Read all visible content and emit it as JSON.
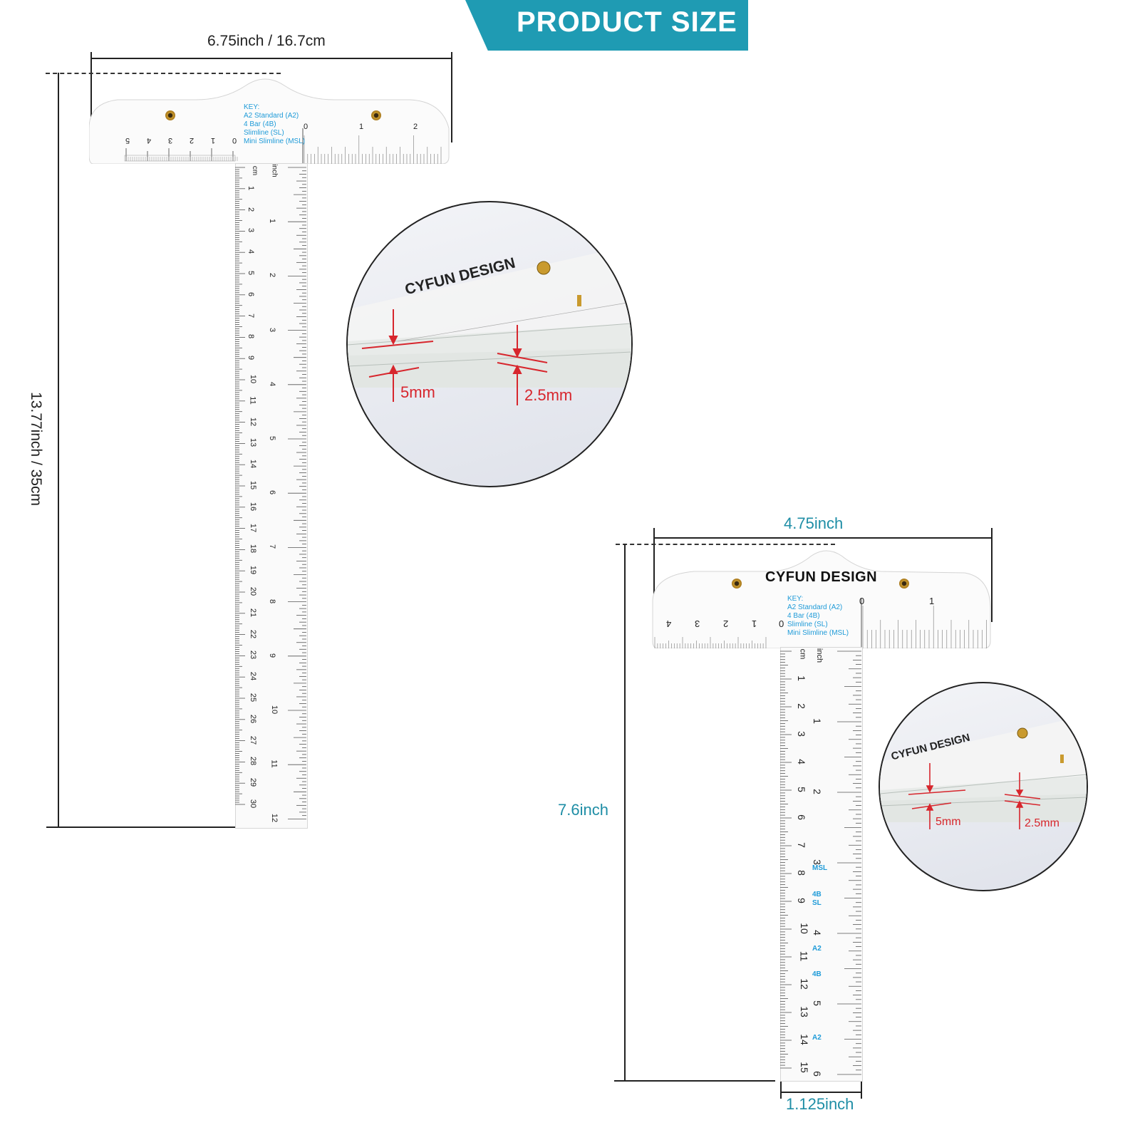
{
  "banner": {
    "title": "PRODUCT SIZE",
    "color": "#1f9bb3"
  },
  "large_ruler": {
    "width_label": "6.75inch / 16.7cm",
    "height_label": "13.77inch / 35cm",
    "key": "KEY:\nA2 Standard (A2)\n4 Bar (4B)\nSlimline (SL)\nMini Slimline (MSL)",
    "head_cm_labels": [
      "5",
      "4",
      "3",
      "2",
      "1",
      "0"
    ],
    "head_inch_labels": [
      "0",
      "1",
      "2"
    ],
    "blade_cm_labels": [
      "1",
      "2",
      "3",
      "4",
      "5",
      "6",
      "7",
      "8",
      "9",
      "10",
      "11",
      "12",
      "13",
      "14",
      "15",
      "16",
      "17",
      "18",
      "19",
      "20",
      "21",
      "22",
      "23",
      "24",
      "25",
      "26",
      "27",
      "28",
      "29",
      "30"
    ],
    "blade_inch_labels": [
      "1",
      "2",
      "3",
      "4",
      "5",
      "6",
      "7",
      "8",
      "9",
      "10",
      "11",
      "12"
    ],
    "blade_units": [
      "cm",
      "inch"
    ]
  },
  "small_ruler": {
    "width_label": "4.75inch",
    "height_label": "7.6inch",
    "blade_width_label": "1.125inch",
    "brand": "CYFUN DESIGN",
    "key": "KEY:\nA2 Standard (A2)\n4 Bar (4B)\nSlimline (SL)\nMini Slimline (MSL)",
    "head_cm_labels": [
      "4",
      "3",
      "2",
      "1",
      "0"
    ],
    "head_inch_labels": [
      "0",
      "1"
    ],
    "blade_cm_labels": [
      "1",
      "2",
      "3",
      "4",
      "5",
      "6",
      "7",
      "8",
      "9",
      "10",
      "11",
      "12",
      "13",
      "14",
      "15"
    ],
    "blade_inch_labels": [
      "1",
      "2",
      "3",
      "4",
      "5",
      "6"
    ],
    "blade_units": [
      "cm",
      "inch"
    ],
    "marker_labels": [
      "MSL",
      "4B",
      "SL",
      "A2",
      "4B",
      "A2"
    ]
  },
  "detail_large": {
    "brand": "CYFUN DESIGN",
    "thick_label": "5mm",
    "thin_label": "2.5mm"
  },
  "detail_small": {
    "brand": "CYFUN DESIGN",
    "thick_label": "5mm",
    "thin_label": "2.5mm"
  },
  "colors": {
    "teal": "#1f8ea6",
    "callout_red": "#d7262d",
    "key_blue": "#1f9bd8",
    "brass": "#c99a2e"
  }
}
